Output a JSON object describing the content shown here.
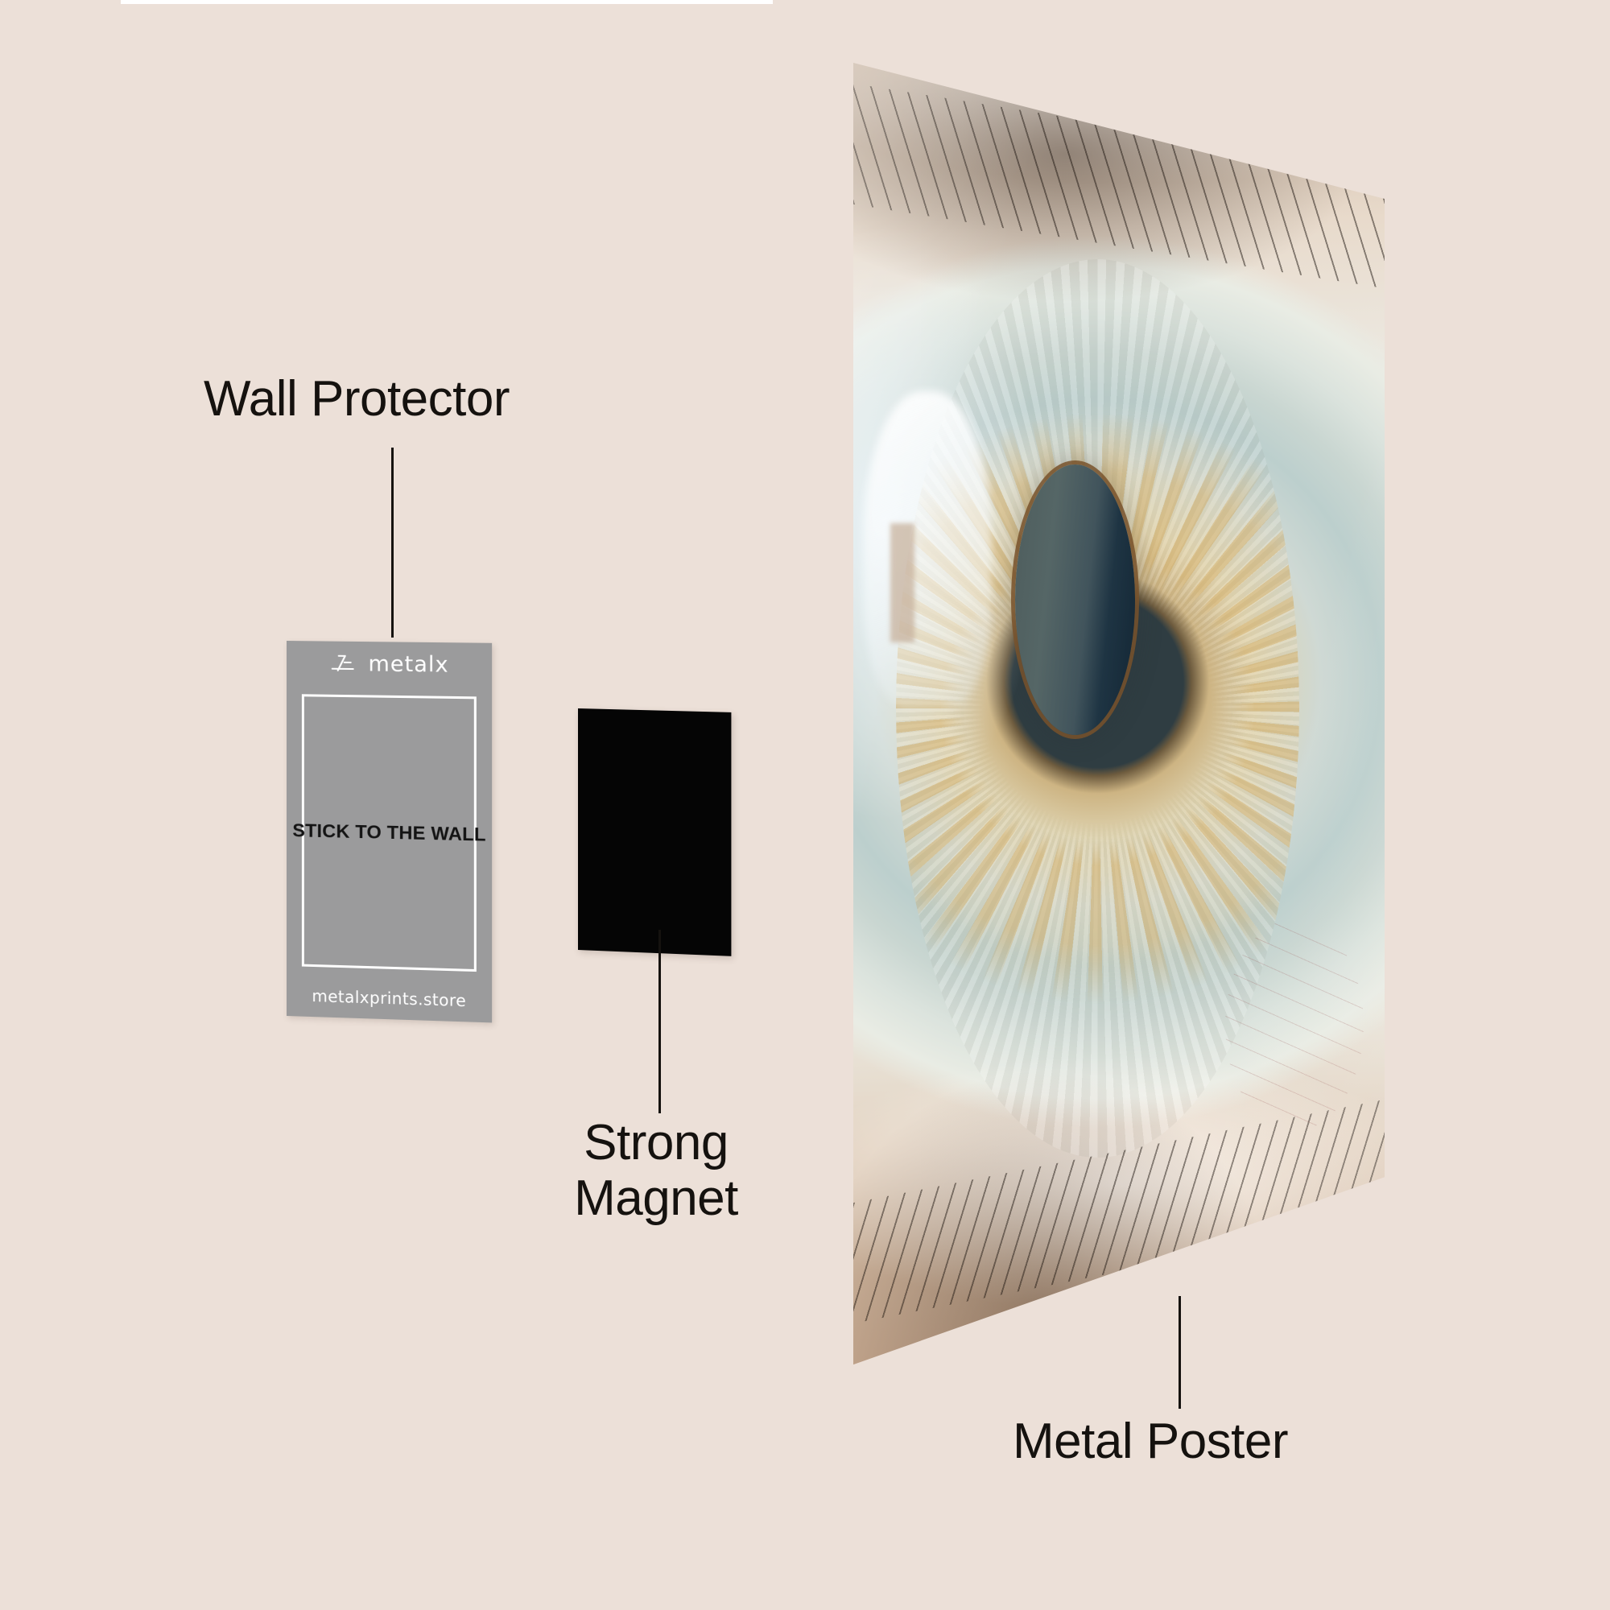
{
  "background_color": "#ece0d8",
  "labels": {
    "wall_protector": "Wall Protector",
    "strong_magnet": "Strong Magnet",
    "metal_poster": "Metal Poster"
  },
  "wall_protector_card": {
    "brand": "metalx",
    "logo_icon": "metalx-pinwheel-icon",
    "main_text": "STICK TO THE WALL",
    "url": "metalxprints.store",
    "card_color": "#9b9b9c",
    "text_color": "#141414",
    "frame_color": "#ffffff"
  },
  "magnet": {
    "color": "#050505"
  },
  "metal_poster": {
    "artwork_description": "macro-eye-photograph",
    "pupil_color": "#2f3d42",
    "iris_accent_color": "#d6b068"
  }
}
